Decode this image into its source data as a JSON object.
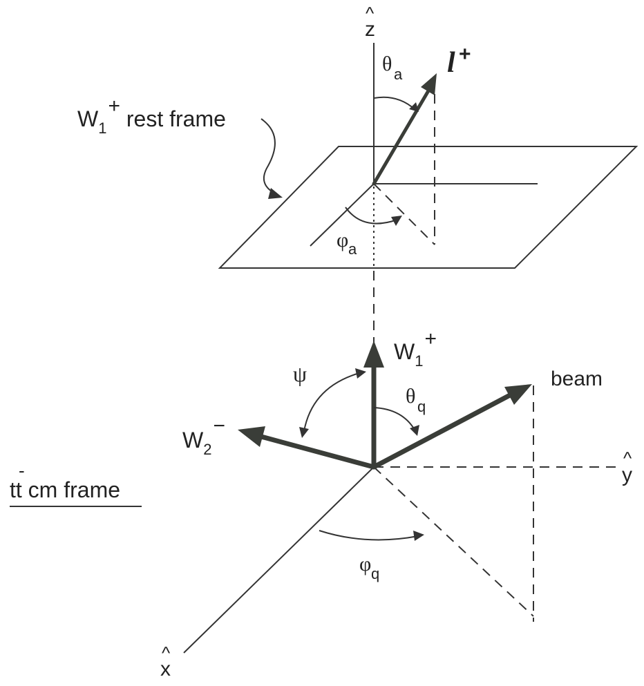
{
  "labels": {
    "z_axis": "z",
    "y_axis": "y",
    "x_axis": "x",
    "axis_hat": "^",
    "lepton": "l",
    "lepton_sup": "+",
    "theta_a": "θ",
    "theta_a_sub": "a",
    "phi_a": "φ",
    "phi_a_sub": "a",
    "rest_frame_w": "W",
    "rest_frame_sub": "1",
    "rest_frame_sup": "+",
    "rest_frame_text": " rest frame",
    "w1": "W",
    "w1_sub": "1",
    "w1_sup": "+",
    "w2": "W",
    "w2_sub": "2",
    "w2_sup": "−",
    "psi": "ψ",
    "theta_q": "θ",
    "theta_q_sub": "q",
    "phi_q": "φ",
    "phi_q_sub": "q",
    "beam": "beam",
    "cm_frame": "tt cm frame",
    "tbar_bar": "-"
  },
  "colors": {
    "vector": "#3a3d38",
    "line": "#333333",
    "text": "#222222"
  }
}
